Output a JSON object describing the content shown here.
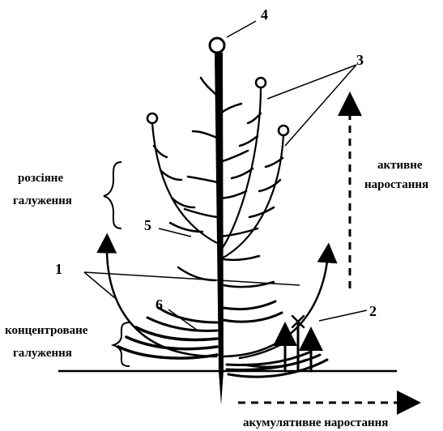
{
  "labels": {
    "n1": "1",
    "n2": "2",
    "n3": "3",
    "n4": "4",
    "n5": "5",
    "n6": "6",
    "scattered_1": "розсіяне",
    "scattered_2": "галуження",
    "concentrated_1": "концентроване",
    "concentrated_2": "галуження",
    "active_1": "активне",
    "active_2": "наростання",
    "accumulative": "акумулятивне наростання"
  }
}
